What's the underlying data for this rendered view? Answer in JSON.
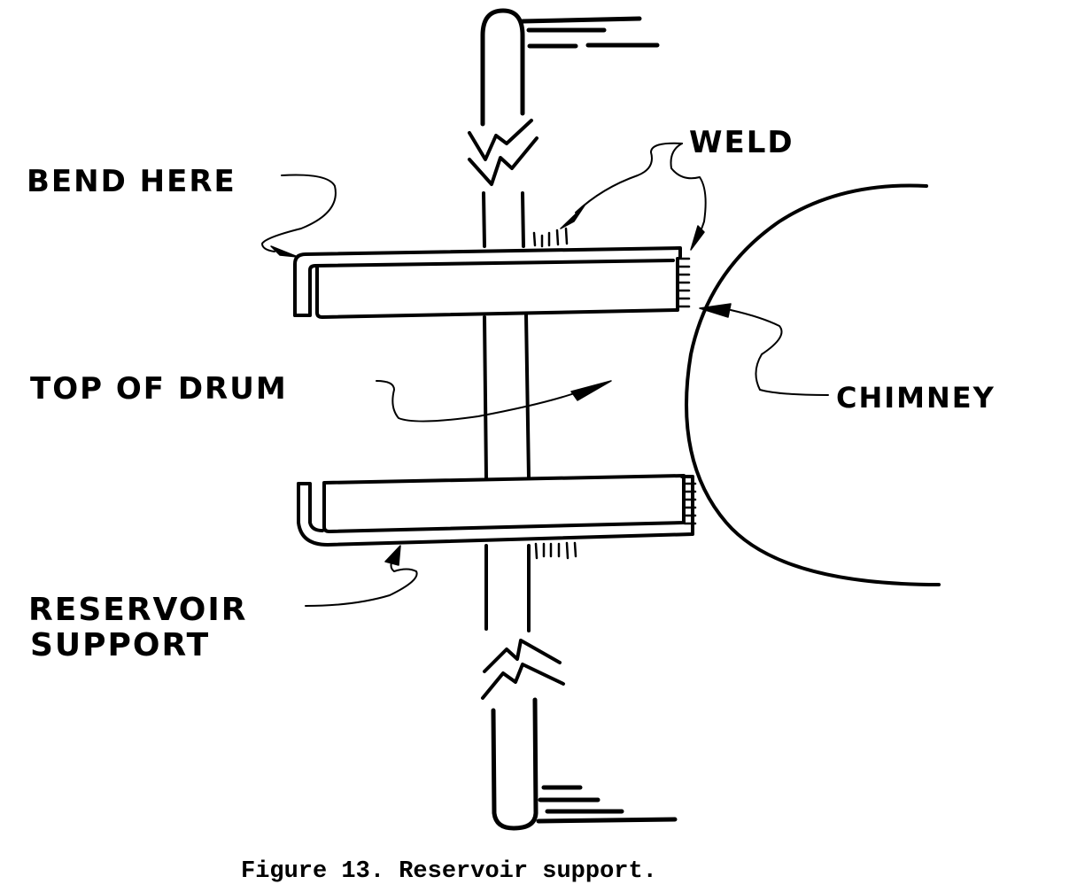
{
  "figure": {
    "caption": "Figure 13. Reservoir support.",
    "labels": {
      "bend_here": "BEND HERE",
      "weld": "WELD",
      "top_of_drum": "TOP OF DRUM",
      "chimney": "CHIMNEY",
      "reservoir_support_line1": "RESERVOIR",
      "reservoir_support_line2": "SUPPORT"
    },
    "components": [
      "vertical-rod",
      "upper-reservoir-support-bracket",
      "lower-reservoir-support-bracket",
      "chimney",
      "weld-marks",
      "break-lines"
    ]
  }
}
